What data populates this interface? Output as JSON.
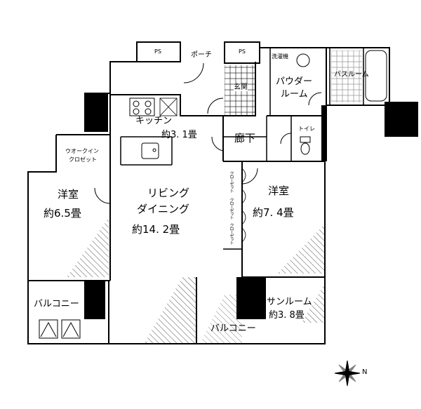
{
  "rooms": {
    "western_room_1": {
      "name": "洋室",
      "size": "約6.5畳"
    },
    "living_dining": {
      "name_line1": "リビング",
      "name_line2": "ダイニング",
      "size": "約14. 2畳"
    },
    "western_room_2": {
      "name": "洋室",
      "size": "約7. 4畳"
    },
    "kitchen": {
      "name": "キッチン",
      "size": "約3. 1畳"
    },
    "walk_in_closet": {
      "line1": "ウオークイン",
      "line2": "クロゼット"
    },
    "hallway": {
      "name": "廊下"
    },
    "entrance": {
      "name": "玄関"
    },
    "porch": {
      "name": "ポーチ"
    },
    "powder_room": {
      "line1": "パウダー",
      "line2": "ルーム"
    },
    "bath": {
      "name": "バスルーム"
    },
    "toilet": {
      "name": "トイレ"
    },
    "washer": {
      "name": "洗濯機"
    },
    "sunroom": {
      "name": "サンルーム",
      "size": "約3. 8畳"
    },
    "balcony_left": {
      "name": "バルコニー"
    },
    "balcony_bottom": {
      "name": "バルコニー"
    },
    "ps_left": {
      "name": "PS"
    },
    "ps_right": {
      "name": "PS"
    },
    "closet_tag": "クローゼット"
  },
  "compass": {
    "label": "N"
  }
}
